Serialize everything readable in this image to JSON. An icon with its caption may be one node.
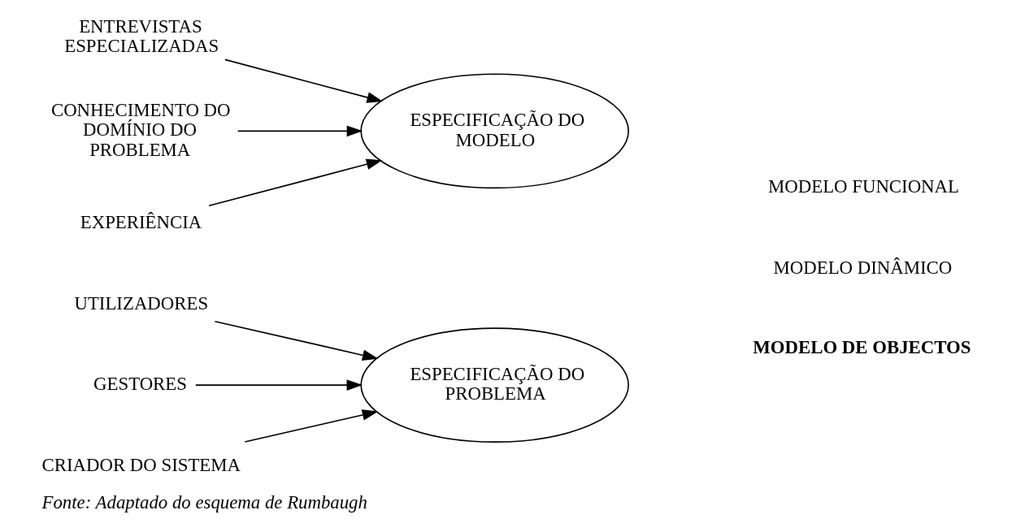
{
  "diagram": {
    "caption": "Fonte: Adaptado do esquema de Rumbaugh",
    "nodes": [
      {
        "text": [
          "UTILIZADORES"
        ]
      },
      {
        "text": [
          "GESTORES"
        ]
      },
      {
        "text": [
          "CRIADOR DO SISTEMA"
        ]
      },
      {
        "text": [
          "ESPECIFICAÇÃO DO PROBLEMA"
        ]
      },
      {
        "text": [
          "ENTREVISTAS ESPECIALIZADAS"
        ]
      },
      {
        "text": [
          "CONHECIMENTO DO DOMÍNIO DO PROBLEMA"
        ]
      },
      {
        "text": [
          "EXPERIÊNCIA"
        ]
      },
      {
        "text": [
          "ESPECIFICAÇÃO DO MODELO"
        ]
      }
    ],
    "edges": [
      {
        "from": 0,
        "to": 3,
        "arrow": "to"
      },
      {
        "from": 1,
        "to": 3,
        "arrow": "to"
      },
      {
        "from": 2,
        "to": 3,
        "arrow": "to"
      },
      {
        "from": 4,
        "to": 7,
        "arrow": "to"
      },
      {
        "from": 5,
        "to": 7,
        "arrow": "to"
      },
      {
        "from": 6,
        "to": 7,
        "arrow": "to"
      }
    ],
    "labels": [
      "MODELO DE OBJECTOS",
      "MODELO DINÂMICO",
      "MODELO FUNCIONAL"
    ]
  }
}
